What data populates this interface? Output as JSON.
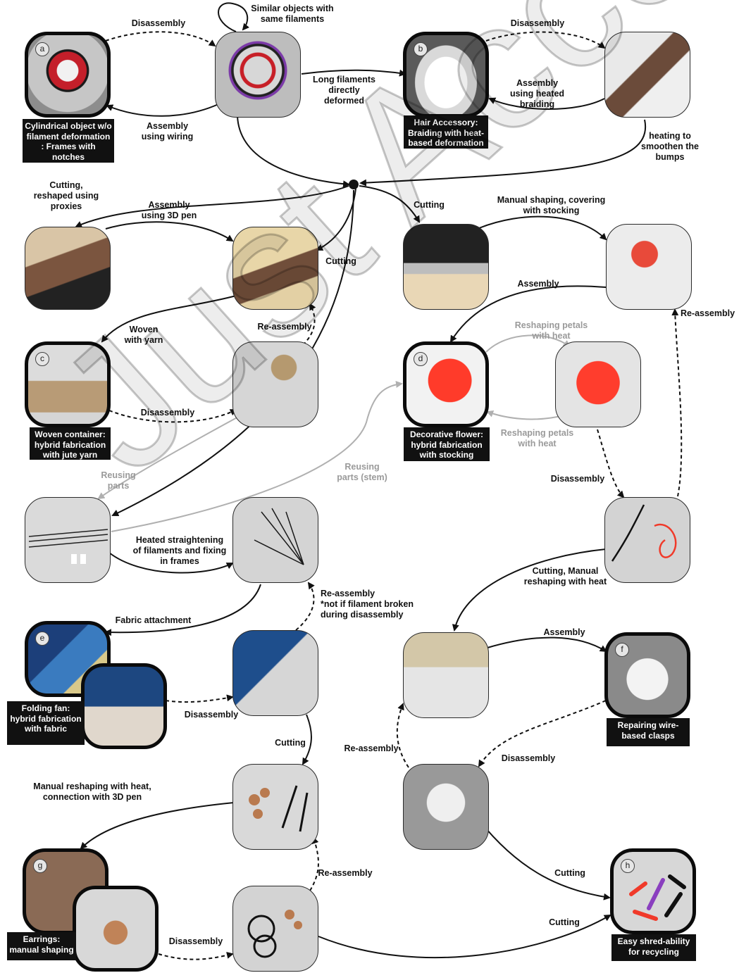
{
  "watermark": "Just Accepted",
  "badges": {
    "a": "a",
    "b": "b",
    "c": "c",
    "d": "d",
    "e": "e",
    "f": "f",
    "g": "g",
    "h": "h"
  },
  "captions": {
    "a": "Cylindrical object w/o\nfilament deformation\n: Frames with\nnotches",
    "b": "Hair Accessory:\nBraiding with heat-\nbased deformation",
    "c": "Woven container:\nhybrid fabrication\nwith jute yarn",
    "d": "Decorative flower:\nhybrid fabrication\nwith stocking",
    "e": "Folding fan:\nhybrid fabrication\nwith fabric",
    "f": "Repairing wire-\nbased clasps",
    "g": "Earrings:\nmanual shaping",
    "h": "Easy shred-ability\nfor recycling"
  },
  "labels": {
    "similar": "Similar objects with\nsame filaments",
    "disassembly_a": "Disassembly",
    "assembly_wiring": "Assembly\nusing wiring",
    "long_filaments": "Long filaments\ndirectly\ndeformed",
    "disassembly_b": "Disassembly",
    "assembly_braiding": "Assembly\nusing heated\nbraiding",
    "heating_bumps": "heating to\nsmoothen the\nbumps",
    "cutting_proxies": "Cutting,\nreshaped using\nproxies",
    "assembly_3dpen": "Assembly\nusing 3D pen",
    "cutting_1": "Cutting",
    "cutting_2": "Cutting",
    "manual_stocking": "Manual shaping, covering\nwith stocking",
    "assembly_d": "Assembly",
    "reassembly_d": "Re-assembly",
    "woven_yarn": "Woven\nwith yarn",
    "reassembly_c": "Re-assembly",
    "reshaping_1": "Reshaping petals\nwith heat",
    "reshaping_2": "Reshaping petals\nwith heat",
    "disassembly_c": "Disassembly",
    "reusing_parts": "Reusing\nparts",
    "reusing_stem": "Reusing\nparts (stem)",
    "disassembly_d": "Disassembly",
    "heated_straightening": "Heated straightening\nof filaments and fixing\nin frames",
    "cutting_manual": "Cutting, Manual\nreshaping with heat",
    "reassembly_e": "Re-assembly\n*not if filament broken\nduring disassembly",
    "fabric_attachment": "Fabric attachment",
    "assembly_f": "Assembly",
    "disassembly_e": "Disassembly",
    "cutting_3": "Cutting",
    "reassembly_f": "Re-assembly",
    "disassembly_f": "Disassembly",
    "manual_reshaping": "Manual reshaping with heat,\nconnection with 3D pen",
    "cutting_4": "Cutting",
    "reassembly_g": "Re-assembly",
    "cutting_5": "Cutting",
    "disassembly_g": "Disassembly"
  },
  "colors": {
    "solid_arrow": "#111111",
    "grey_arrow": "#b0b0b0",
    "caption_bg": "#111111",
    "red_filament": "#e8241a"
  }
}
